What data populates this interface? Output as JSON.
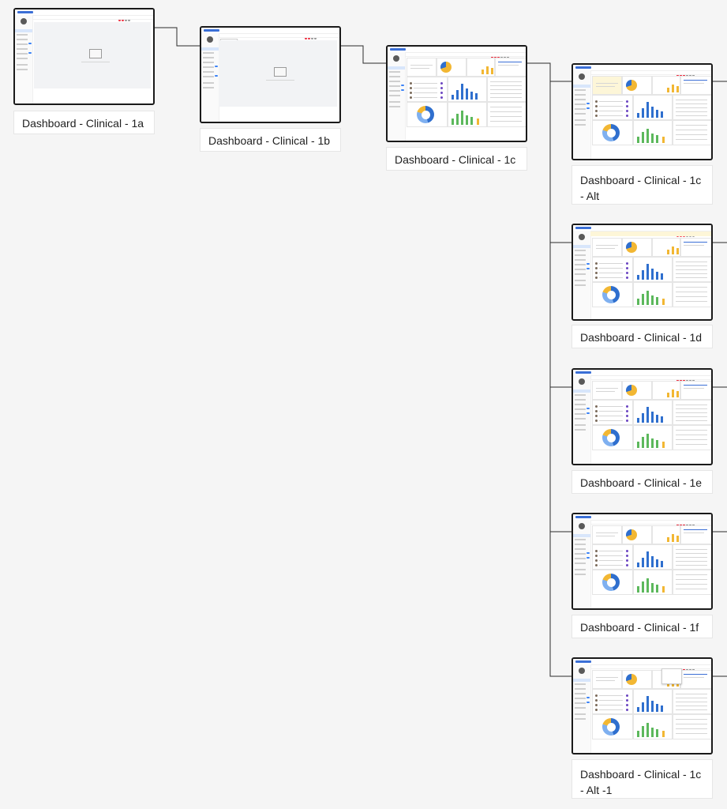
{
  "frames": [
    {
      "id": "1a",
      "label": "Dashboard - Clinical - 1a"
    },
    {
      "id": "1b",
      "label": "Dashboard - Clinical - 1b"
    },
    {
      "id": "1c",
      "label": "Dashboard - Clinical - 1c"
    },
    {
      "id": "1c-alt",
      "label": "Dashboard - Clinical - 1c - Alt"
    },
    {
      "id": "1d",
      "label": "Dashboard - Clinical - 1d"
    },
    {
      "id": "1e",
      "label": "Dashboard - Clinical - 1e"
    },
    {
      "id": "1f",
      "label": "Dashboard - Clinical - 1f"
    },
    {
      "id": "1c-alt-1",
      "label": "Dashboard - Clinical - 1c - Alt -1"
    }
  ],
  "colors": {
    "canvas": "#f5f5f5",
    "frame_border": "#1a1a1a",
    "connector": "#2b2b2b",
    "accent_blue": "#3b6fd6",
    "chart_yellow": "#f2b733",
    "chart_green": "#5cb85c",
    "chart_blue": "#2f6fce",
    "banner": "#fdf6d8"
  }
}
